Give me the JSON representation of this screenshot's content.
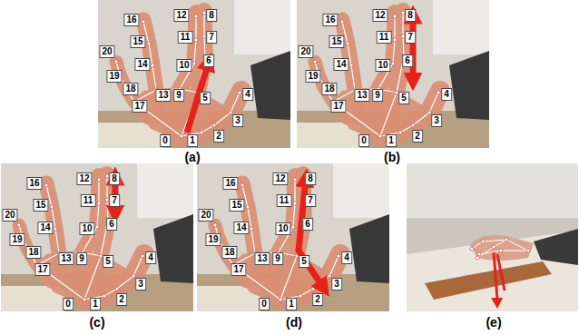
{
  "diagram": {
    "labels": [
      "0",
      "1",
      "2",
      "3",
      "4",
      "5",
      "6",
      "7",
      "8",
      "9",
      "10",
      "11",
      "12",
      "13",
      "14",
      "15",
      "16",
      "17",
      "18",
      "19",
      "20",
      "(a)",
      "0",
      "1",
      "2",
      "3",
      "4",
      "5",
      "6",
      "7",
      "8",
      "9",
      "10",
      "11",
      "12",
      "13",
      "14",
      "15",
      "16",
      "17",
      "18",
      "19",
      "20",
      "(b)",
      "0",
      "1",
      "2",
      "3",
      "4",
      "5",
      "6",
      "7",
      "8",
      "9",
      "10",
      "11",
      "12",
      "13",
      "14",
      "15",
      "16",
      "17",
      "18",
      "19",
      "20",
      "(c)",
      "0",
      "1",
      "2",
      "3",
      "4",
      "5",
      "6",
      "7",
      "8",
      "9",
      "10",
      "11",
      "12",
      "13",
      "14",
      "15",
      "16",
      "17",
      "18",
      "19",
      "20",
      "(d)",
      "(e)"
    ]
  }
}
